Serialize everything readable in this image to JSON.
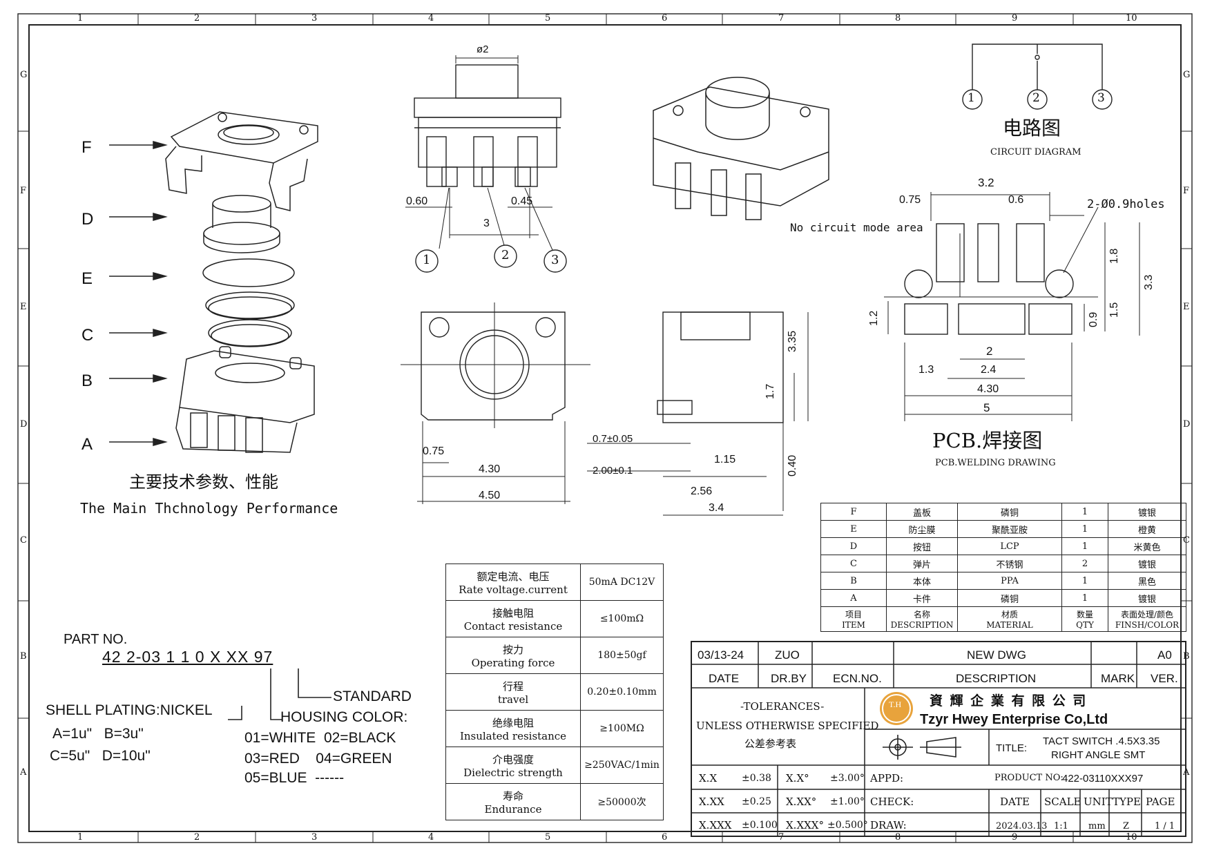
{
  "frame": {
    "columns": [
      "1",
      "2",
      "3",
      "4",
      "5",
      "6",
      "7",
      "8",
      "9",
      "10"
    ],
    "rows": [
      "G",
      "F",
      "E",
      "D",
      "C",
      "B",
      "A"
    ]
  },
  "exploded_view": {
    "labels": [
      "F",
      "D",
      "E",
      "C",
      "B",
      "A"
    ],
    "title_cn": "主要技术参数、性能",
    "title_en": "The Main Thchnology Performance"
  },
  "front_view": {
    "diameter": "ø2",
    "dim_left": "0.60",
    "dim_right": "0.45",
    "dim_pitch": "3",
    "pins": [
      "1",
      "2",
      "3"
    ]
  },
  "top_view": {
    "dim_075": "0.75",
    "dim_430": "4.30",
    "dim_450": "4.50"
  },
  "side_view": {
    "dim_335": "3.35",
    "dim_17": "1.7",
    "dim_040": "0.40",
    "dim_07": "0.7±0.05",
    "dim_200": "2.00±0.1",
    "dim_115": "1.15",
    "dim_256": "2.56",
    "dim_34": "3.4"
  },
  "circuit": {
    "pins": [
      "1",
      "2",
      "3"
    ],
    "title_cn": "电路图",
    "title_en": "CIRCUIT DIAGRAM"
  },
  "pcb": {
    "d32": "3.2",
    "d075": "0.75",
    "d06": "0.6",
    "holes": "2-Ø0.9holes",
    "no_circuit": "No circuit mode area",
    "d18": "1.8",
    "d33": "3.3",
    "d15": "1.5",
    "d09": "0.9",
    "d12": "1.2",
    "d2": "2",
    "d13": "1.3",
    "d24": "2.4",
    "d430": "4.30",
    "d5": "5",
    "title_cn": "PCB.焊接图",
    "title_en": "PCB.WELDING DRAWING"
  },
  "specs": [
    {
      "cn": "额定电流、电压",
      "en": "Rate voltage.current",
      "val": "50mA DC12V"
    },
    {
      "cn": "接触电阻",
      "en": "Contact resistance",
      "val": "≤100mΩ"
    },
    {
      "cn": "按力",
      "en": "Operating force",
      "val": "180±50gf"
    },
    {
      "cn": "行程",
      "en": "travel",
      "val": "0.20±0.10mm"
    },
    {
      "cn": "绝缘电阻",
      "en": "Insulated resistance",
      "val": "≥100MΩ"
    },
    {
      "cn": "介电强度",
      "en": "Dielectric strength",
      "val": "≥250VAC/1min"
    },
    {
      "cn": "寿命",
      "en": "Endurance",
      "val": "≥50000次"
    }
  ],
  "part_no": {
    "label": "PART NO.",
    "number": "42 2-03 1 1 0 X XX 97",
    "standard": "STANDARD",
    "shell": "SHELL PLATING:NICKEL",
    "housing": "HOUSING COLOR:",
    "plating_1": "A=1u\"   B=3u\"",
    "plating_2": "C=5u\"   D=10u\"",
    "colors_1": "01=WHITE  02=BLACK",
    "colors_2": "03=RED    04=GREEN",
    "colors_3": "05=BLUE  ------"
  },
  "bom": {
    "rows": [
      [
        "F",
        "盖板",
        "磷铜",
        "1",
        "镀银"
      ],
      [
        "E",
        "防尘膜",
        "聚酰亚胺",
        "1",
        "橙黄"
      ],
      [
        "D",
        "按钮",
        "LCP",
        "1",
        "米黄色"
      ],
      [
        "C",
        "弹片",
        "不锈钢",
        "2",
        "镀银"
      ],
      [
        "B",
        "本体",
        "PPA",
        "1",
        "黑色"
      ],
      [
        "A",
        "卡件",
        "磷铜",
        "1",
        "镀银"
      ]
    ],
    "header_cn": [
      "项目",
      "名称",
      "材质",
      "数量",
      "表面处理/颜色"
    ],
    "header_en": [
      "ITEM",
      "DESCRIPTION",
      "MATERIAL",
      "QTY",
      "FINSH/COLOR"
    ]
  },
  "title_block": {
    "rev_date": "03/13-24",
    "rev_by": "ZUO",
    "rev_desc": "NEW DWG",
    "rev_ver": "A0",
    "h_date": "DATE",
    "h_drby": "DR.BY",
    "h_ecn": "ECN.NO.",
    "h_desc": "DESCRIPTION",
    "h_mark": "MARK",
    "h_ver": "VER.",
    "tol_1": "-TOLERANCES-",
    "tol_2": "UNLESS OTHERWISE SPECIFIED",
    "tol_3": "公差参考表",
    "company_cn": "資 輝 企 業 有 限 公 司",
    "company_en": "Tzyr Hwey Enterprise Co,Ltd",
    "logo_text": "T.H",
    "title_label": "TITLE:",
    "title_1": "TACT SWITCH .4.5X3.35",
    "title_2": "RIGHT ANGLE  SMT",
    "tol_rows": [
      [
        "X.X",
        "±0.38",
        "X.X°",
        "±3.00°"
      ],
      [
        "X.XX",
        "±0.25",
        "X.XX°",
        "±1.00°"
      ],
      [
        "X.XXX",
        "±0.100",
        "X.XXX°",
        "±0.500°"
      ]
    ],
    "appd": "APPD:",
    "check": "CHECK:",
    "draw": "DRAW:",
    "product_label": "PRODUCT NO:",
    "product_no": "422-03110XXX97",
    "h2": [
      "DATE",
      "SCALE",
      "UNIT",
      "TYPE",
      "PAGE"
    ],
    "v2": [
      "2024.03.13",
      "1:1",
      "mm",
      "Z",
      "1 / 1"
    ]
  }
}
